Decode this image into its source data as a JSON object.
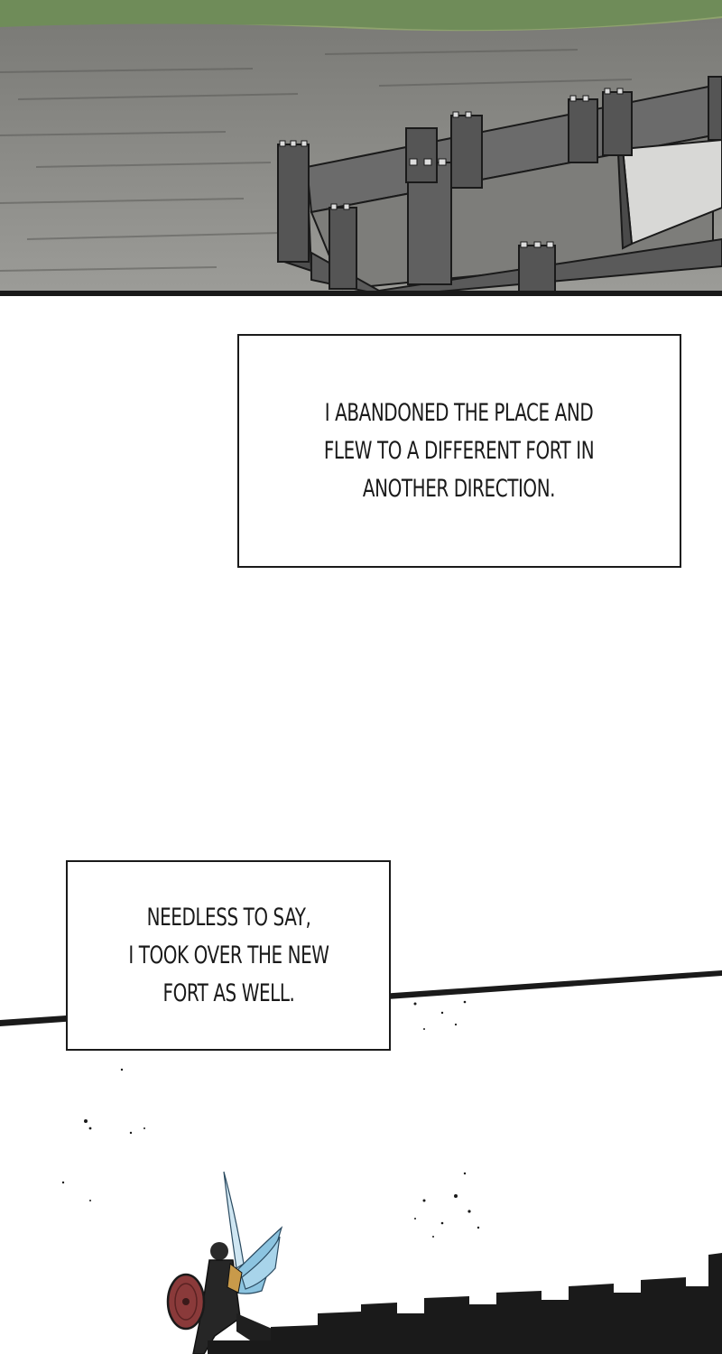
{
  "captions": [
    {
      "lines": [
        "I ABANDONED THE PLACE AND",
        "FLEW TO A DIFFERENT FORT IN",
        "ANOTHER DIRECTION."
      ]
    },
    {
      "lines": [
        "NEEDLESS TO SAY,",
        "I TOOK OVER THE NEW",
        "FORT AS WELL."
      ]
    }
  ],
  "colors": {
    "ink": "#1a1a1a",
    "ground_gray": "#8f8f8b",
    "wall_gray": "#5c5c5c",
    "foliage_green": "#8fa36e",
    "wing_blue": "#8cc4e0",
    "shield_red": "#8a3a3a"
  }
}
